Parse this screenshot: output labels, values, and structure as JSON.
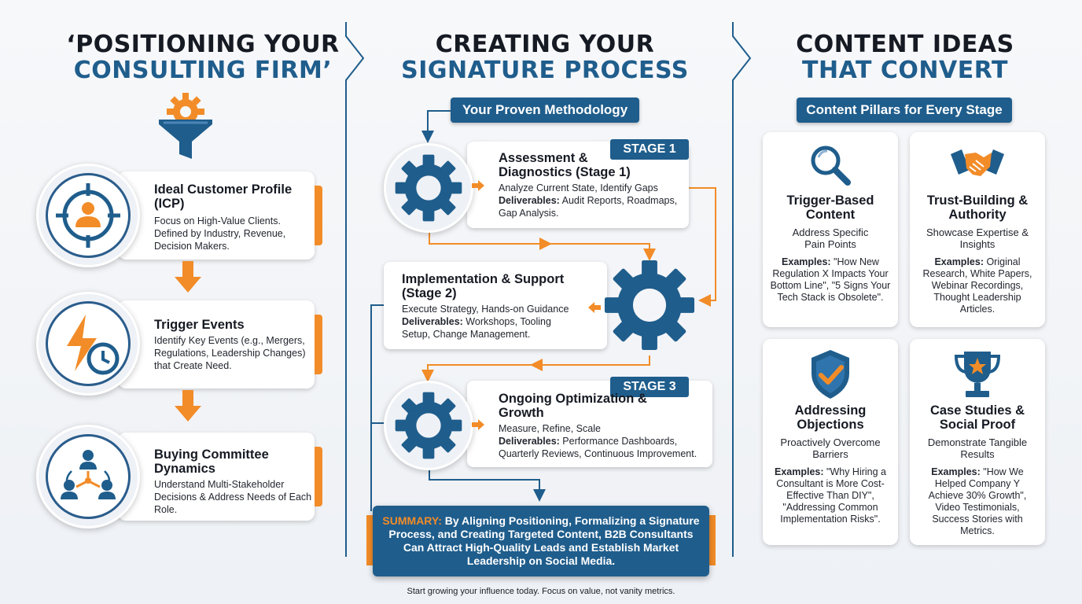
{
  "left": {
    "title_line1": "‘POSITIONING YOUR",
    "title_line2": "CONSULTING FIRM’",
    "icons": [
      "funnel-gear-icon",
      "target-person-icon",
      "lightning-clock-icon",
      "people-network-icon"
    ],
    "cards": [
      {
        "heading": "Ideal Customer Profile (ICP)",
        "desc": "Focus on High-Value Clients. Defined by Industry, Revenue, Decision Makers."
      },
      {
        "heading": "Trigger Events",
        "desc": "Identify Key Events (e.g., Mergers, Regulations, Leadership Changes) that Create Need."
      },
      {
        "heading": "Buying Committee Dynamics",
        "desc": "Understand Multi-Stakeholder Decisions & Address Needs of Each Role."
      }
    ]
  },
  "middle": {
    "title_line1": "CREATING YOUR",
    "title_line2": "SIGNATURE PROCESS",
    "pill": "Your Proven Methodology",
    "stages": [
      {
        "tag": "STAGE 1",
        "heading": "Assessment & Diagnostics (Stage 1)",
        "line1": "Analyze Current State, Identify Gaps",
        "deliv_label": "Deliverables:",
        "deliv": " Audit Reports, Roadmaps, Gap Analysis."
      },
      {
        "tag": "",
        "heading": "Implementation & Support (Stage 2)",
        "line1": "Execute Strategy, Hands-on Guidance",
        "deliv_label": "Deliverables:",
        "deliv": " Workshops, Tooling Setup, Change Management."
      },
      {
        "tag": "STAGE 3",
        "heading": "Ongoing Optimization & Growth",
        "line1": "Measure, Refine, Scale",
        "deliv_label": "Deliverables:",
        "deliv": " Performance Dashboards, Quarterly Reviews, Continuous Improvement."
      }
    ],
    "summary_lead": "SUMMARY:",
    "summary_text": " By Aligning Positioning, Formalizing a Signature Process, and Creating Targeted Content, B2B Consultants Can Attract High-Quality Leads and Establish Market Leadership on Social Media.",
    "footer": "Start growing your influence today. Focus on value, not vanity metrics."
  },
  "right": {
    "title_line1": "CONTENT IDEAS",
    "title_line2": "THAT CONVERT",
    "pill": "Content Pillars for Every Stage",
    "cards": [
      {
        "icon": "magnifier-icon",
        "heading": "Trigger-Based Content",
        "sub": "Address Specific Pain Points",
        "ex_label": "Examples:",
        "ex": " \"How New Regulation X Impacts Your Bottom Line\", \"5 Signs Your Tech Stack is Obsolete\"."
      },
      {
        "icon": "handshake-icon",
        "heading": "Trust-Building & Authority",
        "sub": "Showcase Expertise & Insights",
        "ex_label": "Examples:",
        "ex": " Original Research, White Papers, Webinar Recordings, Thought Leadership Articles."
      },
      {
        "icon": "shield-check-icon",
        "heading": "Addressing Objections",
        "sub": "Proactively Overcome Barriers",
        "ex_label": "Examples:",
        "ex": " \"Why Hiring a Consultant is More Cost-Effective Than DIY\", \"Addressing Common Implementation Risks\"."
      },
      {
        "icon": "trophy-icon",
        "heading": "Case Studies & Social Proof",
        "sub": "Demonstrate Tangible Results",
        "ex_label": "Examples:",
        "ex": " \"How We Helped Company Y Achieve 30% Growth\", Video Testimonials, Success Stories with Metrics."
      }
    ]
  },
  "colors": {
    "navy": "#1f5d8c",
    "orange": "#f28c28",
    "dark": "#161a22"
  }
}
